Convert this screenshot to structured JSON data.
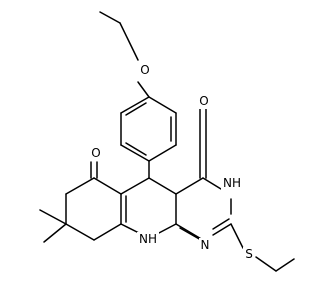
{
  "molecule": {
    "atoms": {
      "o_ether": "O",
      "o_ketone": "O",
      "o_amide": "O",
      "nh_ring": "NH",
      "n_ring": "N",
      "nh_bottom": "NH",
      "s_thio": "S"
    }
  },
  "colors": {
    "bond": "#000000",
    "background": "#ffffff"
  }
}
